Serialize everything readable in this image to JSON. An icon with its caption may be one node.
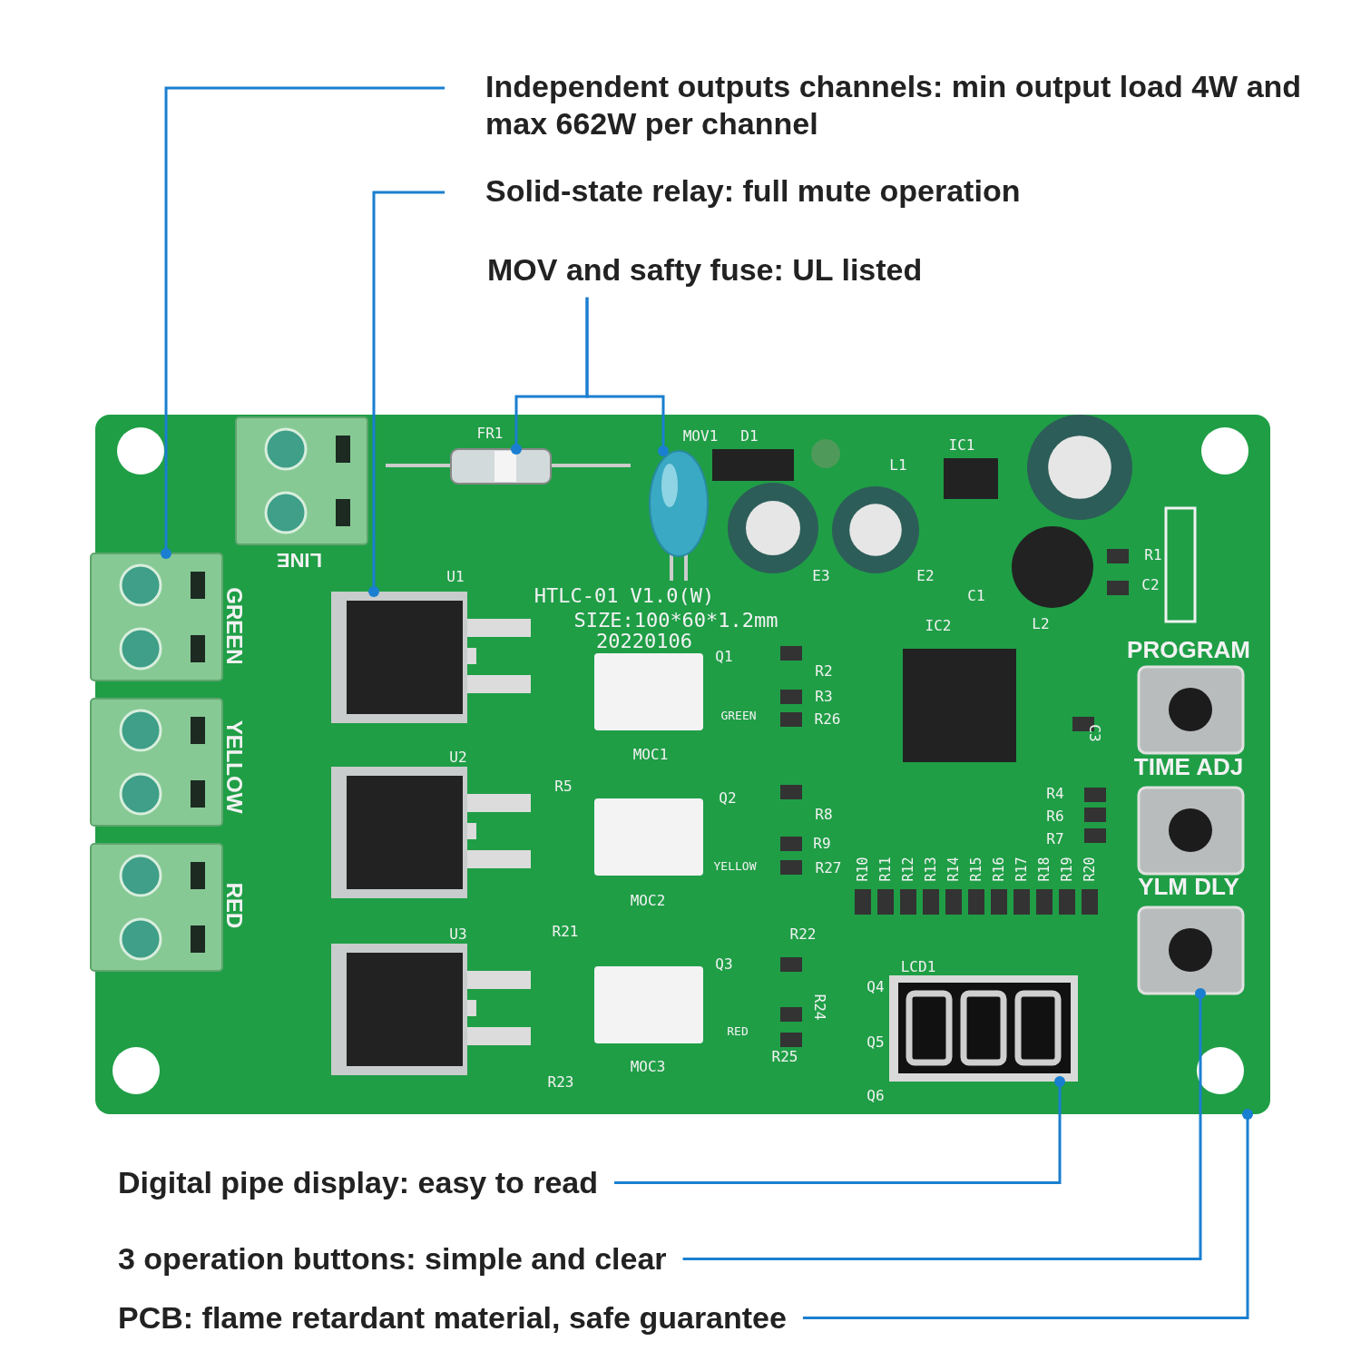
{
  "diagram": {
    "nodes": [
      {
        "text": [],
        "shape": "picture"
      },
      {
        "text": [],
        "shape": "picture",
        "in": 0,
        "beside": [
          "LINE"
        ]
      },
      {
        "text": [],
        "shape": "picture",
        "in": 0,
        "beside": [
          "GREEN"
        ]
      },
      {
        "text": [],
        "shape": "picture",
        "in": 0,
        "beside": [
          "YELLOW"
        ]
      },
      {
        "text": [],
        "shape": "picture",
        "in": 0,
        "beside": [
          "RED"
        ]
      },
      {
        "text": [],
        "shape": "picture",
        "in": 0,
        "beside": [
          "U1"
        ]
      },
      {
        "text": [],
        "shape": "picture",
        "in": 0,
        "beside": [
          "U2"
        ]
      },
      {
        "text": [],
        "shape": "picture",
        "in": 0,
        "beside": [
          "U3"
        ]
      },
      {
        "text": [],
        "shape": "picture",
        "in": 0,
        "beside": [
          "FR1"
        ]
      },
      {
        "text": [],
        "shape": "picture",
        "in": 0,
        "beside": [
          "MOV1"
        ]
      },
      {
        "text": [],
        "shape": "picture",
        "in": 0,
        "beside": [
          "LCD1"
        ]
      },
      {
        "text": [],
        "shape": "picture",
        "in": 0,
        "beside": [
          "PROGRAM"
        ]
      },
      {
        "text": [],
        "shape": "picture",
        "in": 0,
        "beside": [
          "TIME ADJ"
        ]
      },
      {
        "text": [],
        "shape": "picture",
        "in": 0,
        "beside": [
          "YLM DLY"
        ]
      },
      {
        "text": [
          "Independent outputs channels: min output load 4W and max 662W per channel"
        ]
      },
      {
        "text": [
          "Solid-state relay: full mute operation"
        ]
      },
      {
        "text": [
          "MOV and safty fuse: UL listed"
        ]
      },
      {
        "text": [
          "Digital pipe display: easy to read"
        ]
      },
      {
        "text": [
          "3 operation buttons: simple and clear"
        ]
      },
      {
        "text": [
          "PCB: flame retardant material, safe guarantee"
        ]
      }
    ],
    "edges": [
      {
        "from": 14,
        "to": 2,
        "arrow": "other"
      },
      {
        "from": 15,
        "to": 5,
        "arrow": "other"
      },
      {
        "from": 16,
        "to": 8,
        "arrow": "other"
      },
      {
        "from": 16,
        "to": 9,
        "arrow": "other"
      },
      {
        "from": 17,
        "to": 10,
        "arrow": "other"
      },
      {
        "from": 18,
        "to": 13,
        "arrow": "other"
      },
      {
        "from": 19,
        "to": 0,
        "arrow": "other"
      }
    ],
    "labels": [
      "D1",
      "IC1",
      "L1",
      "R1",
      "E3",
      "E2",
      "C2",
      "HTLC-01 V1.0(W)",
      "C1",
      "SIZE:100*60*1.2mm",
      "IC2",
      "L2",
      "20220106",
      "Q1",
      "R2",
      "R3",
      "GREEN",
      "R26",
      "C3",
      "MOC1",
      "R5",
      "Q2",
      "R4",
      "R8",
      "R6",
      "R9",
      "R7",
      "YELLOW",
      "R27",
      "R10",
      "R11",
      "R12",
      "R13",
      "R14",
      "R15",
      "R16",
      "R17",
      "R18",
      "R19",
      "R20",
      "MOC2",
      "R21",
      "R22",
      "Q3",
      "Q4",
      "R24",
      "RED",
      "Q5",
      "MOC3",
      "R25",
      "R23",
      "Q6"
    ]
  }
}
